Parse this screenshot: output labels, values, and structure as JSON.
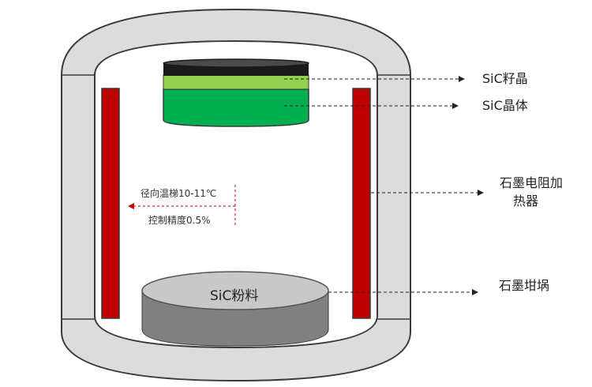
{
  "labels": {
    "seed": "SiC籽晶",
    "crystal": "SiC晶体",
    "heater_line1": "石墨电阻加",
    "heater_line2": "热器",
    "crucible": "石墨坩埚",
    "powder": "SiC粉料",
    "gradient": "径向温梯10-11℃",
    "precision": "控制精度0.5%"
  },
  "colors": {
    "shell": "#dcdcdc",
    "outline": "#3a3a3a",
    "seed": "#92d050",
    "crystal": "#00b050",
    "cap": "#1a1a1a",
    "heater": "#c00000",
    "powder_top": "#c8c8c8",
    "powder_side": "#808080",
    "annotation_arrow": "#c00000"
  }
}
